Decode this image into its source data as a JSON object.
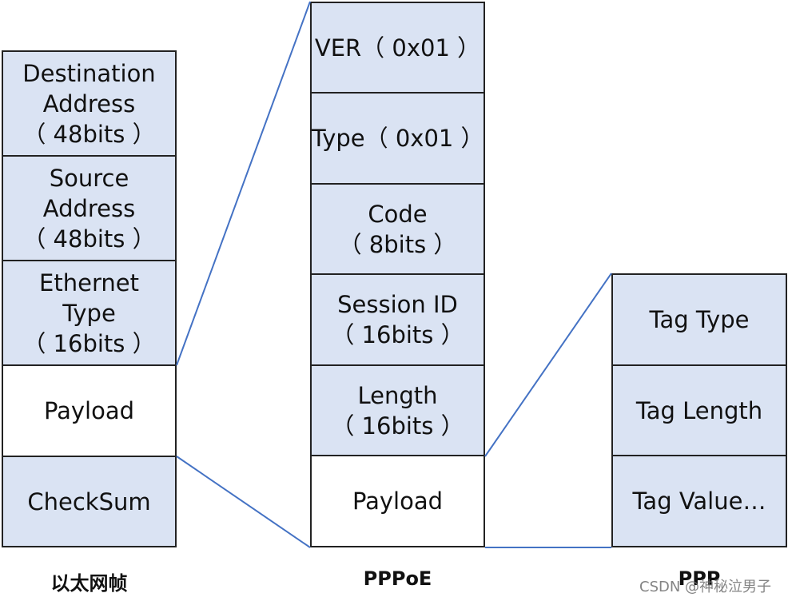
{
  "colors": {
    "filled": "#dae3f3",
    "empty": "#ffffff",
    "border": "#222222",
    "connector": "#4472c4"
  },
  "ethernet": {
    "caption": "以太网帧",
    "cells": [
      {
        "text": "Destination\nAddress\n（ 48bits ）",
        "filled": true
      },
      {
        "text": "Source\nAddress\n（ 48bits ）",
        "filled": true
      },
      {
        "text": "Ethernet\nType\n（ 16bits ）",
        "filled": true
      },
      {
        "text": "Payload",
        "filled": false
      },
      {
        "text": "CheckSum",
        "filled": true
      }
    ]
  },
  "pppoe": {
    "caption": "PPPoE",
    "cells": [
      {
        "text": "VER（ 0x01 ）",
        "filled": true
      },
      {
        "text": "Type（ 0x01 ）",
        "filled": true
      },
      {
        "text": "Code\n（ 8bits ）",
        "filled": true
      },
      {
        "text": "Session ID\n（ 16bits ）",
        "filled": true
      },
      {
        "text": "Length\n（ 16bits ）",
        "filled": true
      },
      {
        "text": "Payload",
        "filled": false
      }
    ]
  },
  "ppp": {
    "caption": "PPP",
    "cells": [
      {
        "text": "Tag Type",
        "filled": true
      },
      {
        "text": "Tag Length",
        "filled": true
      },
      {
        "text": "Tag Value…",
        "filled": true
      }
    ]
  },
  "watermark": "CSDN @神秘泣男子"
}
